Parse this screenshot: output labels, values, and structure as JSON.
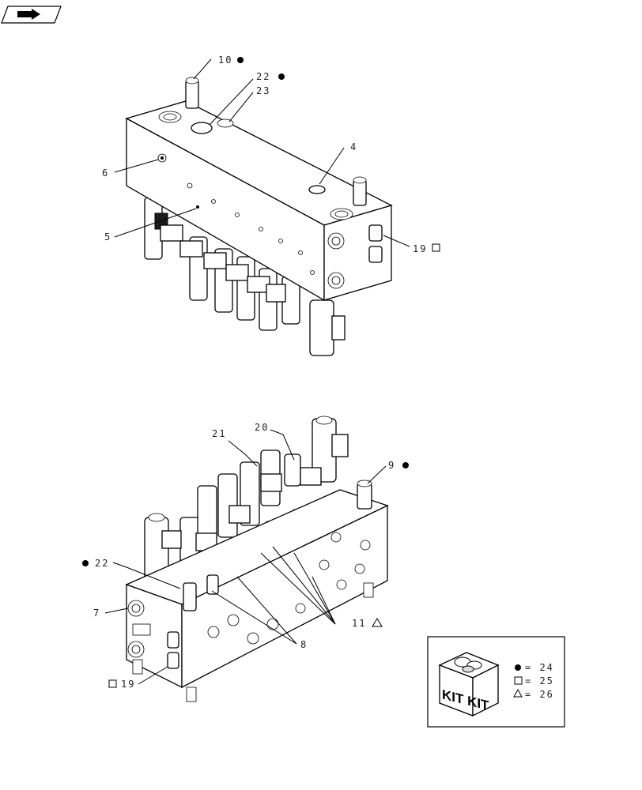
{
  "nav": {
    "icon": "next-page-arrow-icon"
  },
  "top_view": {
    "callouts": [
      {
        "id": "c10",
        "number": "10",
        "symbol": "circle"
      },
      {
        "id": "c22a",
        "number": "22",
        "symbol": "circle"
      },
      {
        "id": "c23",
        "number": "23",
        "symbol": ""
      },
      {
        "id": "c4",
        "number": "4",
        "symbol": ""
      },
      {
        "id": "c6",
        "number": "6",
        "symbol": ""
      },
      {
        "id": "c5",
        "number": "5",
        "symbol": ""
      },
      {
        "id": "c19a",
        "number": "19",
        "symbol": "square"
      }
    ]
  },
  "bottom_view": {
    "callouts": [
      {
        "id": "c21",
        "number": "21",
        "symbol": ""
      },
      {
        "id": "c20",
        "number": "20",
        "symbol": ""
      },
      {
        "id": "c9",
        "number": "9",
        "symbol": "circle"
      },
      {
        "id": "c22b",
        "number": "22",
        "symbol": "circle"
      },
      {
        "id": "c7",
        "number": "7",
        "symbol": ""
      },
      {
        "id": "c11",
        "number": "11",
        "symbol": "triangle"
      },
      {
        "id": "c8",
        "number": "8",
        "symbol": ""
      },
      {
        "id": "c19b",
        "number": "19",
        "symbol": "square"
      }
    ]
  },
  "kit_legend": {
    "box_text": "KIT KIT",
    "entries": [
      {
        "symbol": "circle",
        "text": "= 24"
      },
      {
        "symbol": "square",
        "text": "= 25"
      },
      {
        "symbol": "triangle",
        "text": "= 26"
      }
    ]
  }
}
